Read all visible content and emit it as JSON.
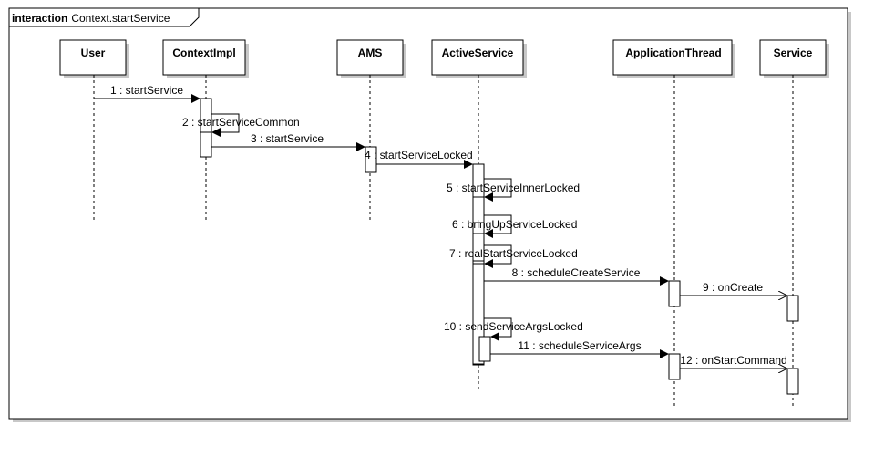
{
  "frame": {
    "keyword": "interaction",
    "name": "Context.startService"
  },
  "lifelines": [
    {
      "id": "user",
      "name": "User"
    },
    {
      "id": "contextimpl",
      "name": "ContextImpl"
    },
    {
      "id": "ams",
      "name": "AMS"
    },
    {
      "id": "activeservice",
      "name": "ActiveService"
    },
    {
      "id": "applicationthread",
      "name": "ApplicationThread"
    },
    {
      "id": "service",
      "name": "Service"
    }
  ],
  "messages": [
    {
      "label": "1 : startService",
      "from": "user",
      "to": "contextimpl",
      "self": false
    },
    {
      "label": "2 : startServiceCommon",
      "from": "contextimpl",
      "to": "contextimpl",
      "self": true
    },
    {
      "label": "3 : startService",
      "from": "contextimpl",
      "to": "ams",
      "self": false
    },
    {
      "label": "4 : startServiceLocked",
      "from": "ams",
      "to": "activeservice",
      "self": false
    },
    {
      "label": "5 : startServiceInnerLocked",
      "from": "activeservice",
      "to": "activeservice",
      "self": true
    },
    {
      "label": "6 : bringUpServiceLocked",
      "from": "activeservice",
      "to": "activeservice",
      "self": true
    },
    {
      "label": "7 : realStartServiceLocked",
      "from": "activeservice",
      "to": "activeservice",
      "self": true
    },
    {
      "label": "8 : scheduleCreateService",
      "from": "activeservice",
      "to": "applicationthread",
      "self": false
    },
    {
      "label": "9 : onCreate",
      "from": "applicationthread",
      "to": "service",
      "self": false
    },
    {
      "label": "10 : sendServiceArgsLocked",
      "from": "activeservice",
      "to": "activeservice",
      "self": true
    },
    {
      "label": "11 : scheduleServiceArgs",
      "from": "activeservice",
      "to": "applicationthread",
      "self": false
    },
    {
      "label": "12 : onStartCommand",
      "from": "applicationthread",
      "to": "service",
      "self": false
    }
  ]
}
